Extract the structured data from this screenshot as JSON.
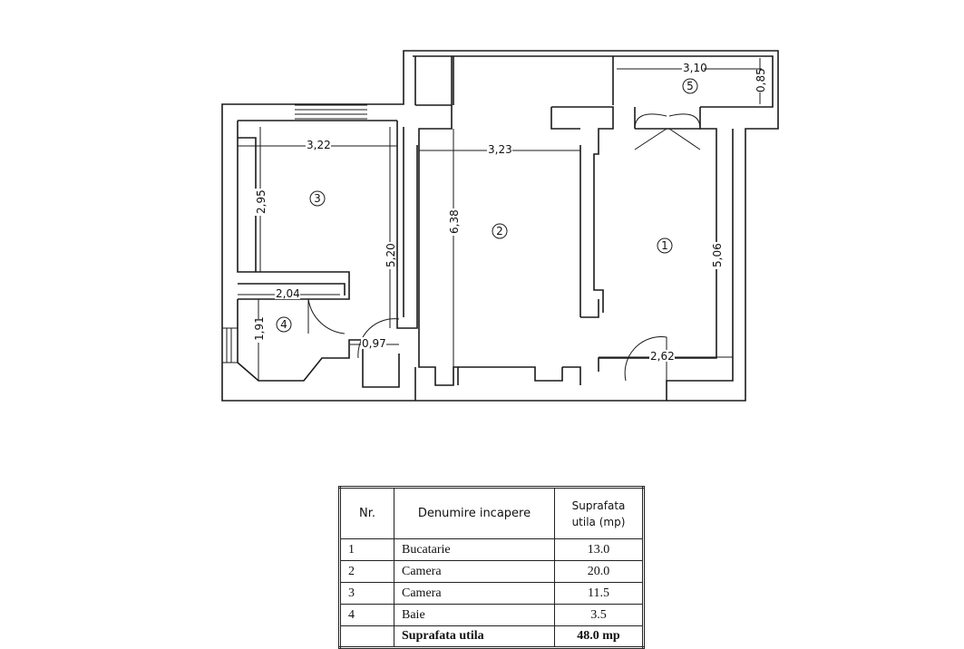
{
  "plan": {
    "rooms": [
      {
        "no": "1"
      },
      {
        "no": "2"
      },
      {
        "no": "3"
      },
      {
        "no": "4"
      },
      {
        "no": "5"
      }
    ],
    "dimensions": {
      "d_310": "3,10",
      "d_085": "0,85",
      "d_322": "3,22",
      "d_323": "3,23",
      "d_295": "2,95",
      "d_638": "6,38",
      "d_520": "5,20",
      "d_506": "5,06",
      "d_204": "2,04",
      "d_191": "1,91",
      "d_097": "0,97",
      "d_262": "2,62"
    }
  },
  "legend": {
    "headers": {
      "nr": "Nr.",
      "name": "Denumire incapere",
      "area_line1": "Suprafata",
      "area_line2": "utila (mp)"
    },
    "rows": [
      {
        "nr": "1",
        "name": "Bucatarie",
        "area": "13.0"
      },
      {
        "nr": "2",
        "name": "Camera",
        "area": "20.0"
      },
      {
        "nr": "3",
        "name": "Camera",
        "area": "11.5"
      },
      {
        "nr": "4",
        "name": "Baie",
        "area": "3.5"
      }
    ],
    "total": {
      "label": "Suprafata utila",
      "value": "48.0 mp"
    }
  }
}
